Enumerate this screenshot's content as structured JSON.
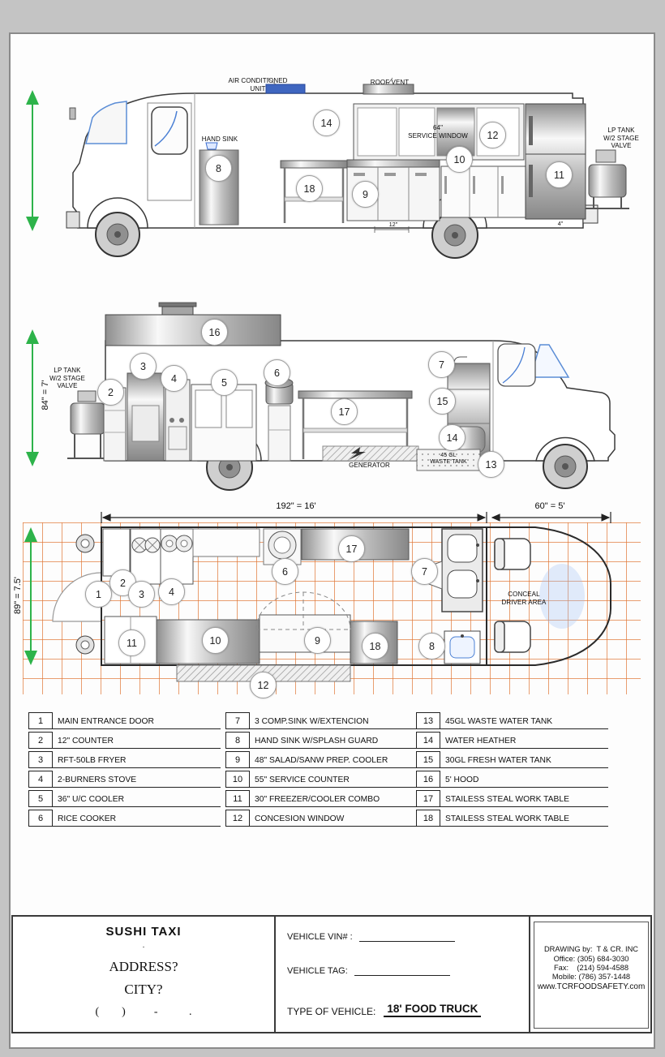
{
  "colors": {
    "accent_blue": "#3f66c0",
    "dimension_green": "#2db34a",
    "grid_orange": "#e07634"
  },
  "elevation_right": {
    "ac_unit_label": "AIR CONDITIONED\nUNIT",
    "roof_vent_label": "ROOF VENT",
    "hand_sink_label": "HAND SINK",
    "service_window_label": "64\"\nSERVICE WINDOW",
    "lp_tank_label": "LP TANK\nW/2 STAGE\nVALVE",
    "dim_counter": "12\"",
    "dim_step": "4\"",
    "callouts": [
      "14",
      "8",
      "18",
      "9",
      "12",
      "10",
      "11"
    ]
  },
  "elevation_left": {
    "height_dim": "84\"  =  7'",
    "lp_tank_label": "LP TANK\nW/2 STAGE\nVALVE",
    "generator_label": "GENERATOR",
    "waste_tank_label": "45 GL\nWASTE TANK",
    "callouts": [
      "16",
      "3",
      "4",
      "5",
      "6",
      "2",
      "7",
      "15",
      "17",
      "14",
      "13"
    ]
  },
  "floor_plan": {
    "length_dim": "192\"  =  16'",
    "cab_dim": "60\"  =  5'",
    "width_dim": "89\"  =  7.5'",
    "driver_area_label": "CONCEAL\nDRIVER AREA",
    "callouts": [
      "1",
      "2",
      "3",
      "4",
      "6",
      "17",
      "7",
      "10",
      "9",
      "18",
      "8",
      "11",
      "12"
    ]
  },
  "legend": {
    "items": [
      {
        "num": "1",
        "label": "MAIN ENTRANCE DOOR"
      },
      {
        "num": "2",
        "label": "12\" COUNTER"
      },
      {
        "num": "3",
        "label": "RFT-50LB FRYER"
      },
      {
        "num": "4",
        "label": "2-BURNERS STOVE"
      },
      {
        "num": "5",
        "label": "36\" U/C COOLER"
      },
      {
        "num": "6",
        "label": "RICE COOKER"
      },
      {
        "num": "7",
        "label": "3 COMP.SINK W/EXTENCION"
      },
      {
        "num": "8",
        "label": "HAND SINK W/SPLASH GUARD"
      },
      {
        "num": "9",
        "label": "48\" SALAD/SANW PREP. COOLER"
      },
      {
        "num": "10",
        "label": "55\" SERVICE COUNTER"
      },
      {
        "num": "11",
        "label": "30\" FREEZER/COOLER COMBO"
      },
      {
        "num": "12",
        "label": "CONCESION WINDOW"
      },
      {
        "num": "13",
        "label": "45GL WASTE WATER TANK"
      },
      {
        "num": "14",
        "label": "WATER HEATHER"
      },
      {
        "num": "15",
        "label": "30GL FRESH WATER TANK"
      },
      {
        "num": "16",
        "label": "5' HOOD"
      },
      {
        "num": "17",
        "label": "STAILESS STEAL WORK TABLE"
      },
      {
        "num": "18",
        "label": "STAILESS STEAL WORK TABLE"
      }
    ]
  },
  "title_block": {
    "company": "SUSHI TAXI",
    "company_dot": ".",
    "address": "ADDRESS?",
    "city": "CITY?",
    "phone": "(        )          -           .",
    "vin_label": "VEHICLE VIN# :",
    "tag_label": "VEHICLE TAG:",
    "type_label": "TYPE OF VEHICLE:",
    "type_value": "18' FOOD TRUCK",
    "drawing_by": "DRAWING by:  T & CR. INC",
    "office": "Office: (305) 684-3030",
    "fax": "Fax:    (214) 594-4588",
    "mobile": "Mobile: (786) 357-1448",
    "website": "www.TCRFOODSAFETY.com"
  }
}
